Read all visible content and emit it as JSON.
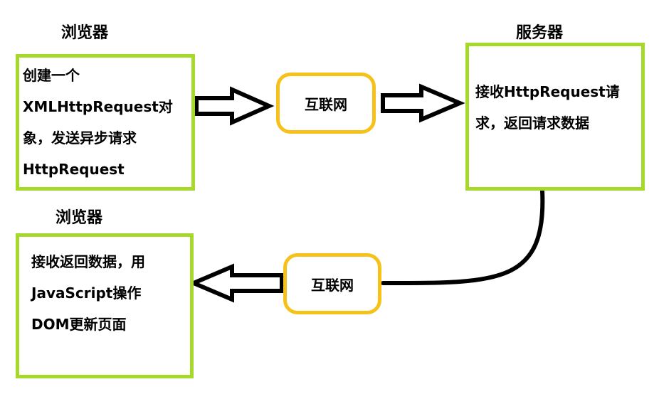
{
  "browser_top": {
    "title": "浏览器",
    "lines": [
      "创建一个",
      "XMLHttpRequest对",
      "象，发送异步请求",
      "HttpRequest"
    ]
  },
  "internet_top": {
    "label": "互联网"
  },
  "server": {
    "title": "服务器",
    "lines": [
      "接收HttpRequest请",
      "求，返回请求数据"
    ]
  },
  "browser_bottom": {
    "title": "浏览器",
    "lines": [
      "接收返回数据，用",
      "JavaScript操作",
      "DOM更新页面"
    ]
  },
  "internet_bottom": {
    "label": "互联网"
  },
  "colors": {
    "box_border": "#a6d92b",
    "pill_border": "#f6c21a",
    "arrow": "#000000"
  }
}
